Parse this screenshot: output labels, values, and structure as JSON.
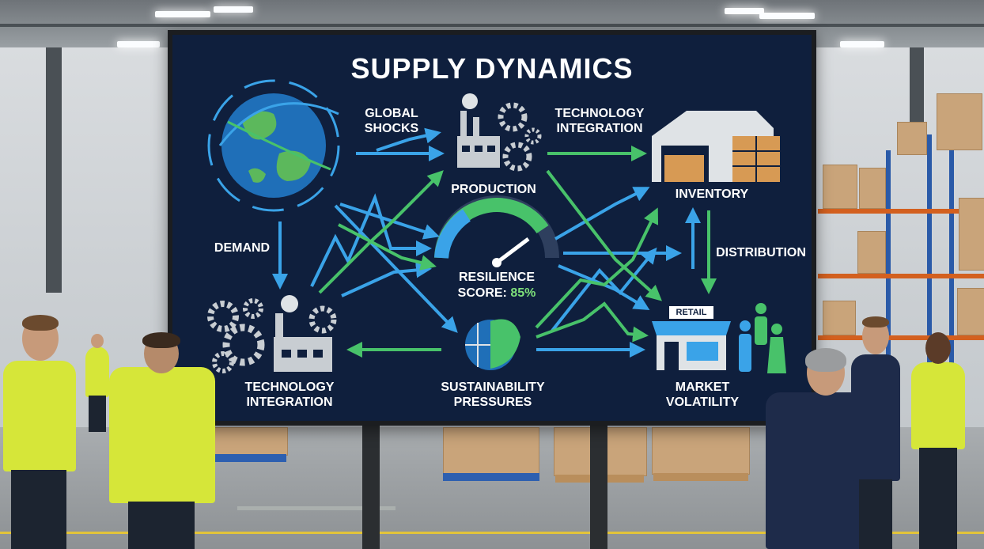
{
  "screen": {
    "title": "SUPPLY DYNAMICS",
    "labels": {
      "global_shocks": "GLOBAL\nSHOCKS",
      "technology_integration_top": "TECHNOLOGY\nINTEGRATION",
      "production": "PRODUCTION",
      "inventory": "INVENTORY",
      "demand": "DEMAND",
      "distribution": "DISTRIBUTION",
      "resilience_label": "RESILIENCE",
      "score_label": "SCORE:",
      "score_value": "85%",
      "technology_integration_bottom": "TECHNOLOGY\nINTEGRATION",
      "sustainability_pressures": "SUSTAINABILITY\nPRESSURES",
      "market_volatility": "MARKET\nVOLATILITY",
      "retail_sign": "RETAIL"
    },
    "resilience_score_percent": 85,
    "colors": {
      "background": "#0f1f3d",
      "arrow_blue": "#3aa3e8",
      "arrow_green": "#48c26a",
      "gauge_green": "#7ee07a",
      "icon_grey": "#c8cdd2"
    },
    "icons": [
      "globe-icon",
      "factory-icon",
      "gear-icon",
      "warehouse-icon",
      "gauge-icon",
      "leaf-globe-icon",
      "store-icon",
      "people-icon"
    ]
  }
}
